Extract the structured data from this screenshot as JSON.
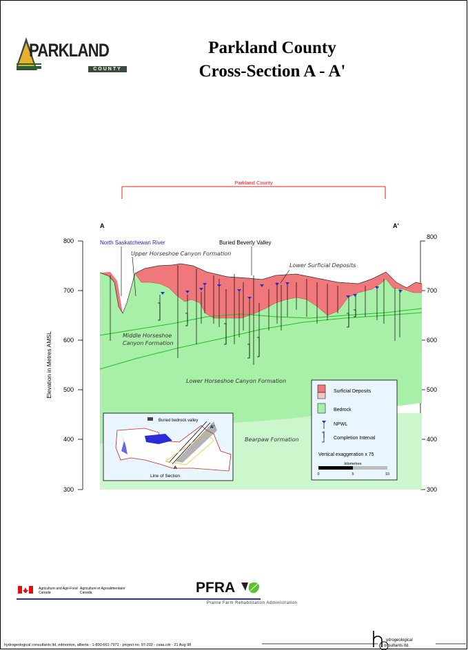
{
  "title": {
    "line1": "Parkland County",
    "line2": "Cross-Section A - A'"
  },
  "logo": {
    "word": "PARKLAND",
    "sub": "COUNTY"
  },
  "extent_label": "Parkland County",
  "section_ends": {
    "left": "A",
    "right": "A'"
  },
  "axis": {
    "ylabel": "Elevation in Metres AMSL",
    "ticks": [
      "800",
      "700",
      "600",
      "500",
      "400",
      "300"
    ],
    "ylim": [
      300,
      800
    ]
  },
  "labels": {
    "river": "North Saskatchewan River",
    "valley": "Buried Beverly Valley",
    "upper_formation": "Upper Horseshoe Canyon Formation",
    "lower_surficial": "Lower Surficial Deposits",
    "middle_formation_1": "Middle Horseshoe",
    "middle_formation_2": "Canyon Formation",
    "lower_formation": "Lower Horseshoe Canyon Formation",
    "bearpaw": "Bearpaw Formation"
  },
  "legend": {
    "items": [
      "Surficial Deposits",
      "Bedrock",
      "NPWL",
      "Completion Interval"
    ],
    "exaggeration": "Vertical exaggeration x 75",
    "scale_unit": "kilometres",
    "scale_ticks": [
      "0",
      "5",
      "10"
    ]
  },
  "inset": {
    "bedrock_label": "Buried bedrock valley",
    "line_label": "Line of Section",
    "end_a": "A",
    "end_b": "A'"
  },
  "colors": {
    "surficial": "#f0777a",
    "bedrock": "#a8efa8",
    "bearpaw": "#ccf7cc",
    "npwl": "#2b2bd8",
    "extent": "#e02020",
    "river_text": "#2020d0"
  },
  "footer": {
    "text": "hydrogeological consultants ltd, edmonton, alberta - 1-800-661-7972 - project no. 97-202 - csaa.cdr - 21 Aug 98",
    "agri_en": "Agriculture and Agri-Food Canada",
    "agri_fr": "Agriculture et Agroalimentaire Canada",
    "pfra": "PFRA",
    "pfra_sub": "Prairie Farm Rehabilitation Administration",
    "hcl_line1": "ydrogeological",
    "hcl_line2": "onsultants ltd."
  }
}
